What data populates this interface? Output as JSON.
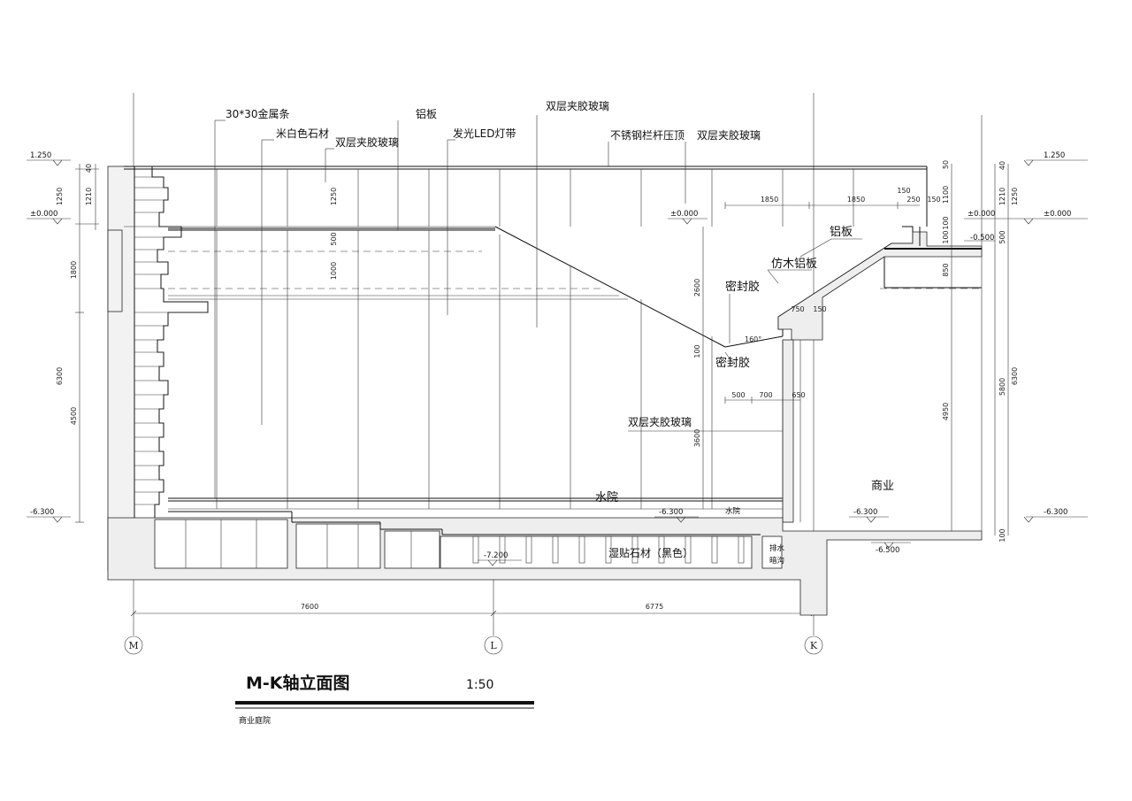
{
  "drawing": {
    "title": "M-K轴立面图",
    "scale": "1:50",
    "subtitle": "商业庭院"
  },
  "labels": {
    "metal_strip": "30*30金属条",
    "stone": "米白色石材",
    "glass_left": "双层夹胶玻璃",
    "aluminum_top": "铝板",
    "led_strip": "发光LED灯带",
    "glass_top": "双层夹胶玻璃",
    "railing_cap": "不锈钢栏杆压顶",
    "glass_right_top": "双层夹胶玻璃",
    "aluminum_right": "铝板",
    "wood_aluminum": "仿木铝板",
    "sealant_1": "密封胶",
    "sealant_2": "密封胶",
    "glass_mid": "双层夹胶玻璃",
    "water_court": "水院",
    "water_court_small": "水院",
    "commercial": "商业",
    "wet_stone": "湿贴石材（黑色）",
    "drain_1": "排水",
    "drain_2": "暗沟",
    "angle": "160°"
  },
  "levels": {
    "l_top_left": "1.250",
    "l_zero_left": "±0.000",
    "l_bottom_left": "-6.300",
    "l_top_right": "1.250",
    "l_zero_right": "±0.000",
    "l_minus05": "-0.500",
    "l_bottom_right": "-6.300",
    "l_zero_mid": "±0.000",
    "l_mid_6300": "-6.300",
    "l_right_6300": "-6.300",
    "l_6500": "-6.500",
    "l_7200": "-7.200"
  },
  "dims": {
    "d_left_40": "40",
    "d_left_1210": "1210",
    "d_left_1250": "1250",
    "d_left_1800": "1800",
    "d_left_6300": "6300",
    "d_left_4500": "4500",
    "d_in_1250": "1250",
    "d_in_500": "500",
    "d_in_1000": "1000",
    "d_right_40": "40",
    "d_right_1210": "1210",
    "d_right_1250": "1250",
    "d_right_500": "500",
    "d_right_6300": "6300",
    "d_right_5800": "5800",
    "d_right_100": "100",
    "d_r_50": "50",
    "d_r_1100": "1100",
    "d_r_850": "850",
    "d_r_4950": "4950",
    "d_r_100b": "100",
    "d_r_100c": "100",
    "d_h_1850a": "1850",
    "d_h_1850b": "1850",
    "d_h_150a": "150",
    "d_h_250": "250",
    "d_h_150b": "150",
    "d_h_750": "750",
    "d_h_150c": "150",
    "d_h_500": "500",
    "d_h_700": "700",
    "d_h_650": "650",
    "d_v_2600": "2600",
    "d_v_100": "100",
    "d_v_3600": "3600",
    "d_bottom_7600": "7600",
    "d_bottom_6775": "6775"
  },
  "axes": {
    "m": "M",
    "l": "L",
    "k": "K"
  }
}
